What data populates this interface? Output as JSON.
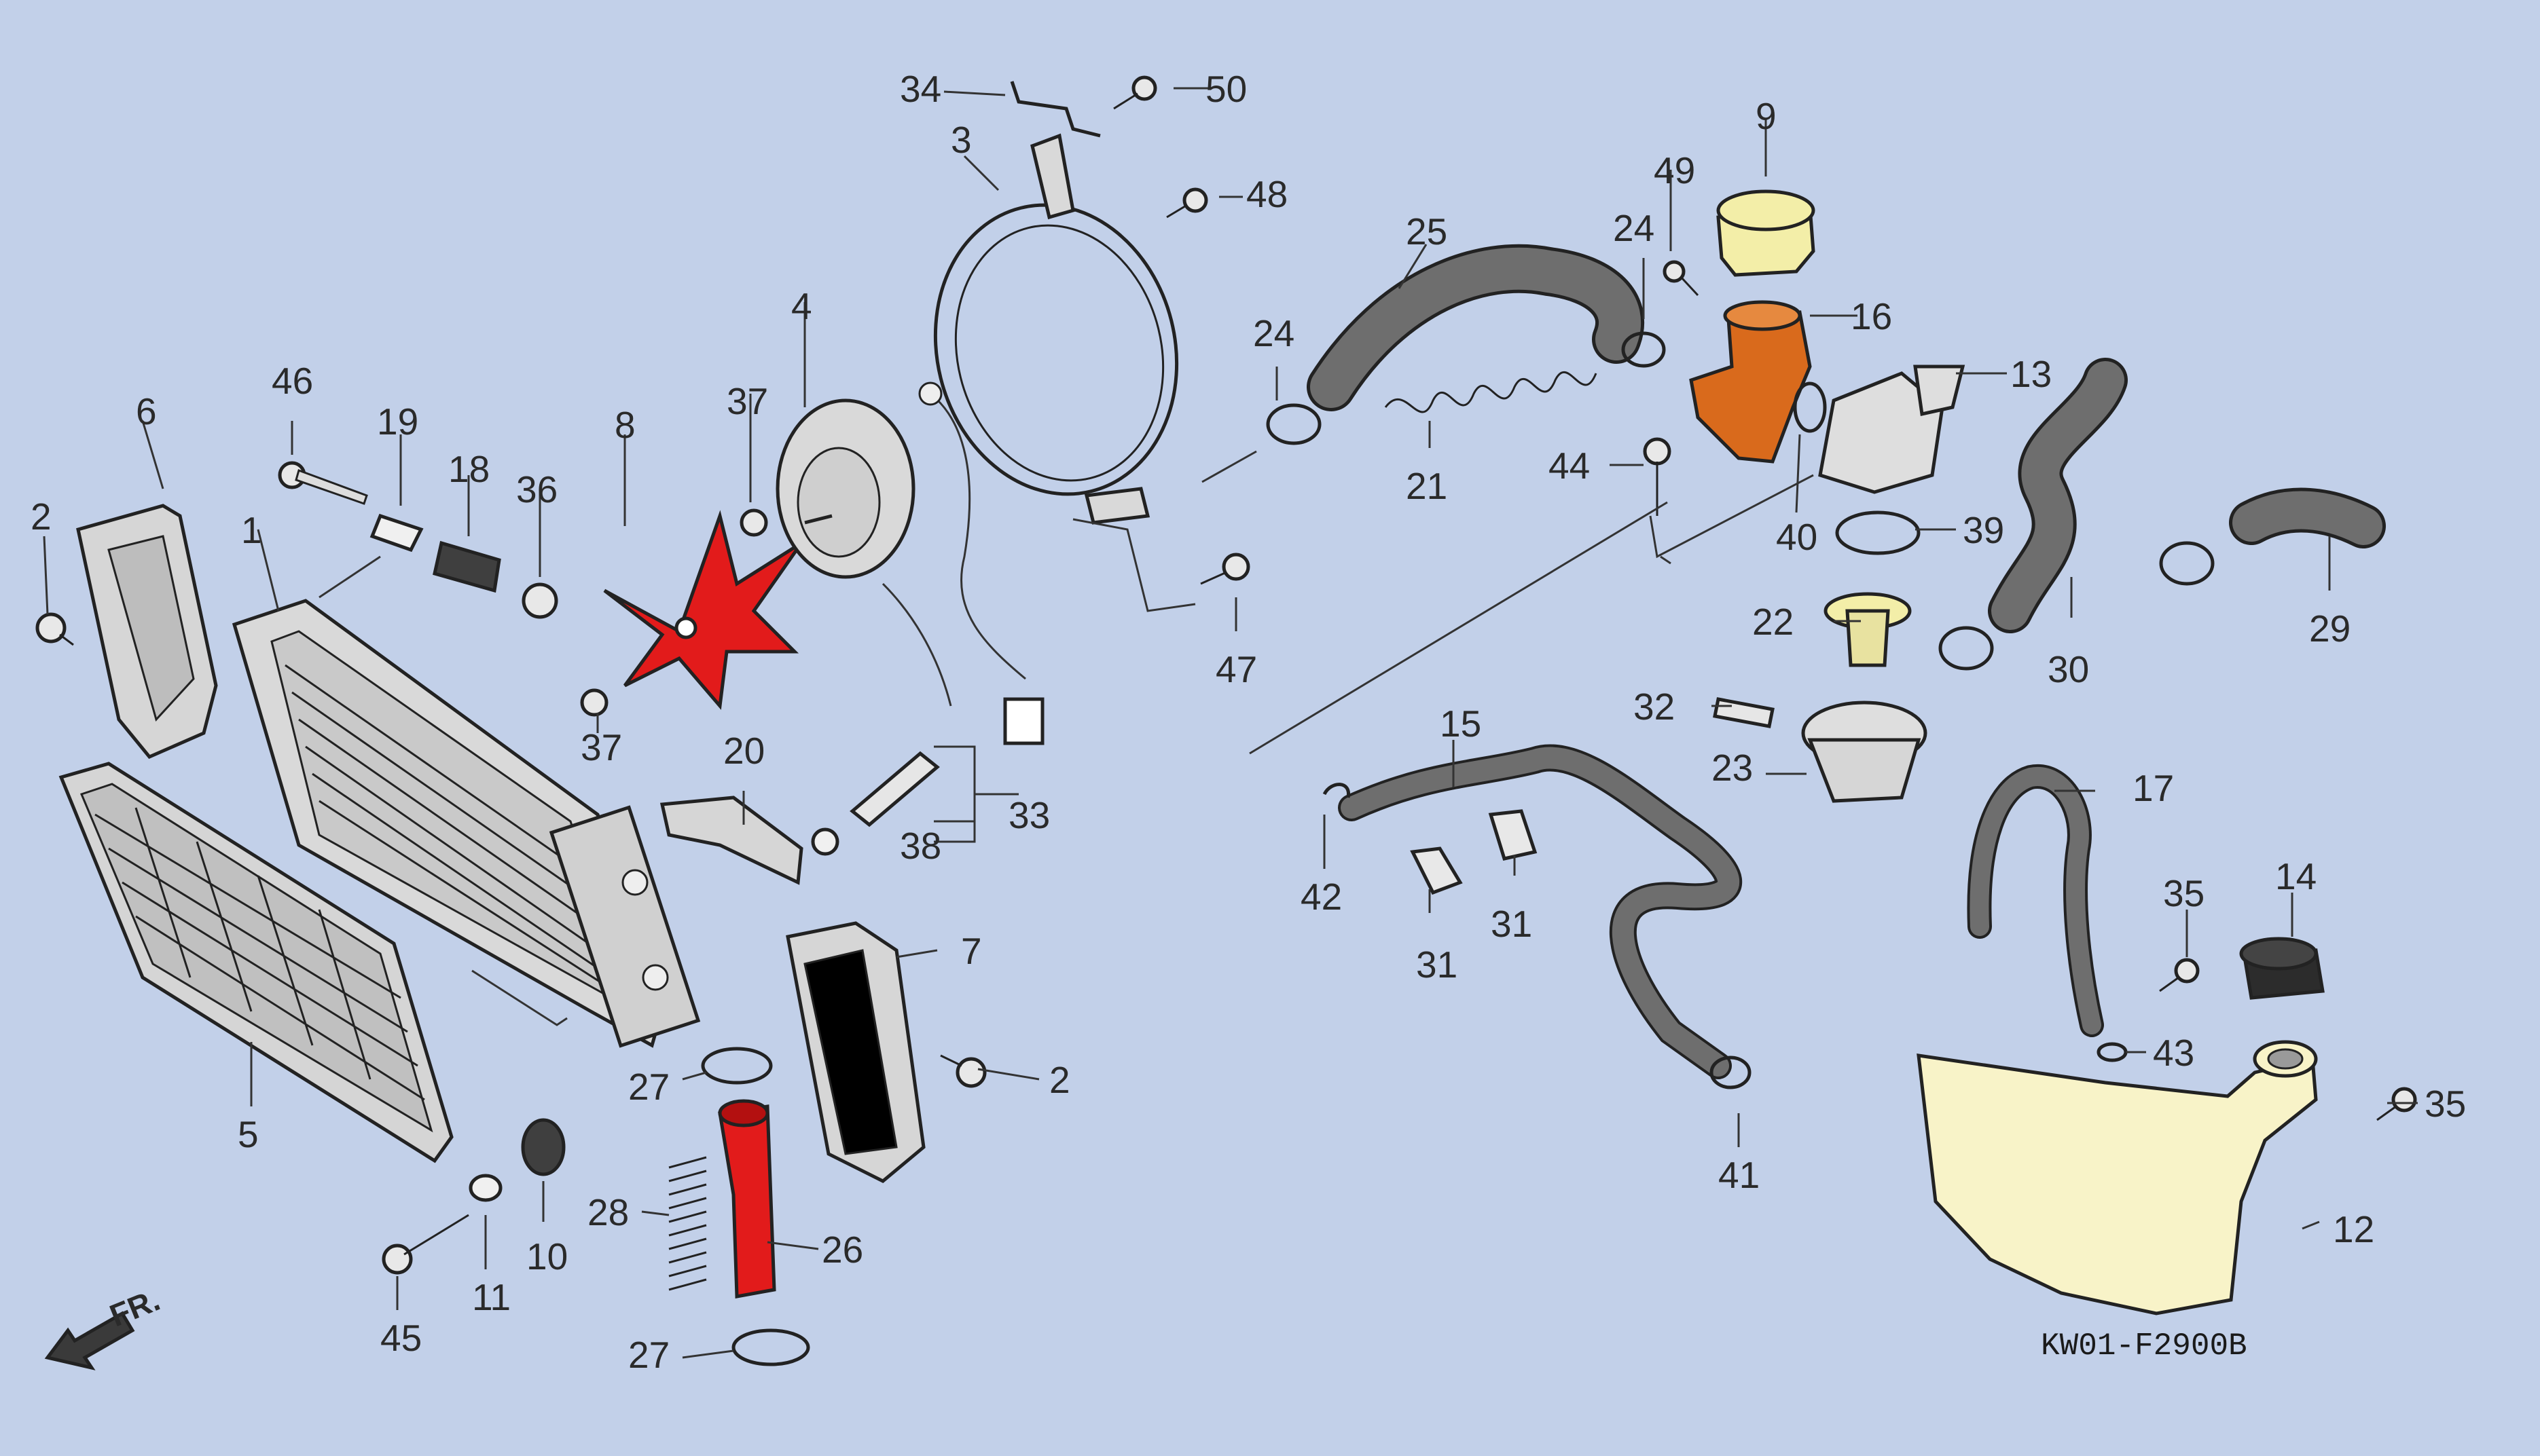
{
  "diagram": {
    "code": "KW01-F2900B",
    "direction": "FR.",
    "highlight_colors": {
      "red": "#e21b1b",
      "orange": "#d96a1c",
      "yellow": "#f3eea8",
      "tank": "#f8f3c8"
    },
    "callouts": [
      {
        "id": "c34",
        "text": "34"
      },
      {
        "id": "c50",
        "text": "50"
      },
      {
        "id": "c3",
        "text": "3"
      },
      {
        "id": "c48",
        "text": "48"
      },
      {
        "id": "c9",
        "text": "9"
      },
      {
        "id": "c49",
        "text": "49"
      },
      {
        "id": "c25",
        "text": "25"
      },
      {
        "id": "c24a",
        "text": "24"
      },
      {
        "id": "c16",
        "text": "16"
      },
      {
        "id": "c13",
        "text": "13"
      },
      {
        "id": "c4",
        "text": "4"
      },
      {
        "id": "c24b",
        "text": "24"
      },
      {
        "id": "c46",
        "text": "46"
      },
      {
        "id": "c19",
        "text": "19"
      },
      {
        "id": "c18",
        "text": "18"
      },
      {
        "id": "c36",
        "text": "36"
      },
      {
        "id": "c8",
        "text": "8"
      },
      {
        "id": "c37a",
        "text": "37"
      },
      {
        "id": "c6",
        "text": "6"
      },
      {
        "id": "c2a",
        "text": "2"
      },
      {
        "id": "c1",
        "text": "1"
      },
      {
        "id": "c21",
        "text": "21"
      },
      {
        "id": "c44",
        "text": "44"
      },
      {
        "id": "c40",
        "text": "40"
      },
      {
        "id": "c39",
        "text": "39"
      },
      {
        "id": "c47",
        "text": "47"
      },
      {
        "id": "c22",
        "text": "22"
      },
      {
        "id": "c30",
        "text": "30"
      },
      {
        "id": "c29",
        "text": "29"
      },
      {
        "id": "c32",
        "text": "32"
      },
      {
        "id": "c23",
        "text": "23"
      },
      {
        "id": "c37b",
        "text": "37"
      },
      {
        "id": "c15",
        "text": "15"
      },
      {
        "id": "c20",
        "text": "20"
      },
      {
        "id": "c33",
        "text": "33"
      },
      {
        "id": "c38",
        "text": "38"
      },
      {
        "id": "c17",
        "text": "17"
      },
      {
        "id": "c42",
        "text": "42"
      },
      {
        "id": "c31a",
        "text": "31"
      },
      {
        "id": "c31b",
        "text": "31"
      },
      {
        "id": "c35a",
        "text": "35"
      },
      {
        "id": "c14",
        "text": "14"
      },
      {
        "id": "c7",
        "text": "7"
      },
      {
        "id": "c2b",
        "text": "2"
      },
      {
        "id": "c43",
        "text": "43"
      },
      {
        "id": "c35b",
        "text": "35"
      },
      {
        "id": "c27a",
        "text": "27"
      },
      {
        "id": "c5",
        "text": "5"
      },
      {
        "id": "c41",
        "text": "41"
      },
      {
        "id": "c10",
        "text": "10"
      },
      {
        "id": "c12",
        "text": "12"
      },
      {
        "id": "c28",
        "text": "28"
      },
      {
        "id": "c26",
        "text": "26"
      },
      {
        "id": "c45",
        "text": "45"
      },
      {
        "id": "c11",
        "text": "11"
      },
      {
        "id": "c27b",
        "text": "27"
      }
    ]
  }
}
